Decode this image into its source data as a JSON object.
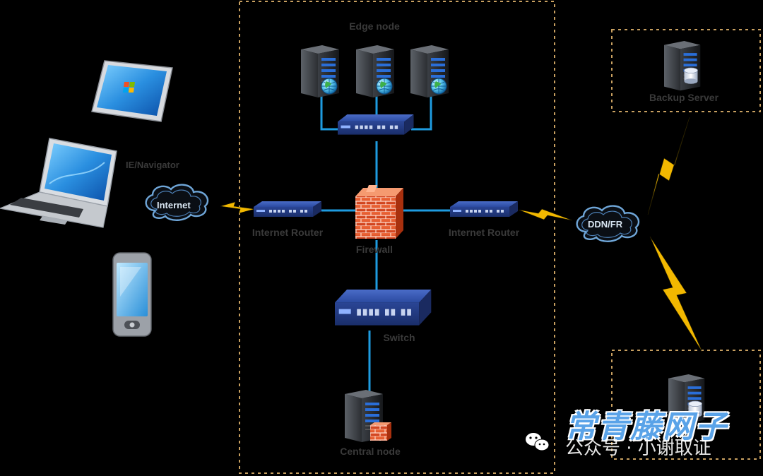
{
  "diagram": {
    "colors": {
      "background": "#000000",
      "boundary": "#c8a060",
      "link_wire": "#1e9be0",
      "link_wan": "#f2b800",
      "label_text": "#3a3a3a",
      "watermark": "#5aa3e8"
    },
    "labels": {
      "edge_node": "Edge node",
      "ie_navigator": "IE/Navigator",
      "internet_cloud": "Internet",
      "internet_router_left": "Internet Router",
      "firewall": "Firewall",
      "internet_router_right": "Internet Router",
      "ddn_cloud": "DDN/FR",
      "backup_server": "Backup Server",
      "switch": "Switch",
      "central_node": "Central node"
    },
    "icons": {
      "clients": [
        "tablet-icon",
        "laptop-icon",
        "smartphone-icon"
      ],
      "edge_servers": [
        "web-server-icon",
        "web-server-icon",
        "web-server-icon"
      ],
      "backup": "database-server-icon",
      "firewall": "brick-firewall-icon",
      "central": "firewall-server-icon",
      "router": "router-icon",
      "switch": "network-switch-icon",
      "cloud": "cloud-icon",
      "lightning": "lightning-link-icon"
    }
  },
  "watermark": {
    "brand": "常青藤网子",
    "sub": "公众号 · 小谢取证"
  }
}
